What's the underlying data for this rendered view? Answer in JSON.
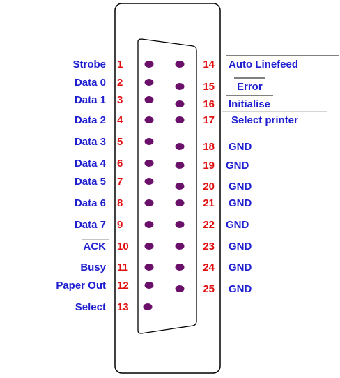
{
  "connector": {
    "left_pins": [
      {
        "number": "1",
        "label": "Strobe",
        "overline": false
      },
      {
        "number": "2",
        "label": "Data 0",
        "overline": false
      },
      {
        "number": "3",
        "label": "Data 1",
        "overline": false
      },
      {
        "number": "4",
        "label": "Data 2",
        "overline": false
      },
      {
        "number": "5",
        "label": "Data 3",
        "overline": false
      },
      {
        "number": "6",
        "label": "Data 4",
        "overline": false
      },
      {
        "number": "7",
        "label": "Data 5",
        "overline": false
      },
      {
        "number": "8",
        "label": "Data 6",
        "overline": false
      },
      {
        "number": "9",
        "label": "Data 7",
        "overline": false
      },
      {
        "number": "10",
        "label": "ACK",
        "overline": true
      },
      {
        "number": "11",
        "label": "Busy",
        "overline": false
      },
      {
        "number": "12",
        "label": "Paper Out",
        "overline": false
      },
      {
        "number": "13",
        "label": "Select",
        "overline": false
      }
    ],
    "right_pins": [
      {
        "number": "14",
        "label": "Auto Linefeed",
        "overline": true
      },
      {
        "number": "15",
        "label": "Error",
        "overline": true
      },
      {
        "number": "16",
        "label": "Initialise",
        "overline": true
      },
      {
        "number": "17",
        "label": "Select printer",
        "overline": true
      },
      {
        "number": "18",
        "label": "GND",
        "overline": false
      },
      {
        "number": "19",
        "label": "GND",
        "overline": false
      },
      {
        "number": "20",
        "label": "GND",
        "overline": false
      },
      {
        "number": "21",
        "label": "GND",
        "overline": false
      },
      {
        "number": "22",
        "label": "GND",
        "overline": false
      },
      {
        "number": "23",
        "label": "GND",
        "overline": false
      },
      {
        "number": "24",
        "label": "GND",
        "overline": false
      },
      {
        "number": "25",
        "label": "GND",
        "overline": false
      }
    ],
    "colors": {
      "label": "#1f1fd0",
      "pin_number": "#e01010",
      "pin_dot": "#6a0f6a",
      "outline": "#000000"
    }
  }
}
